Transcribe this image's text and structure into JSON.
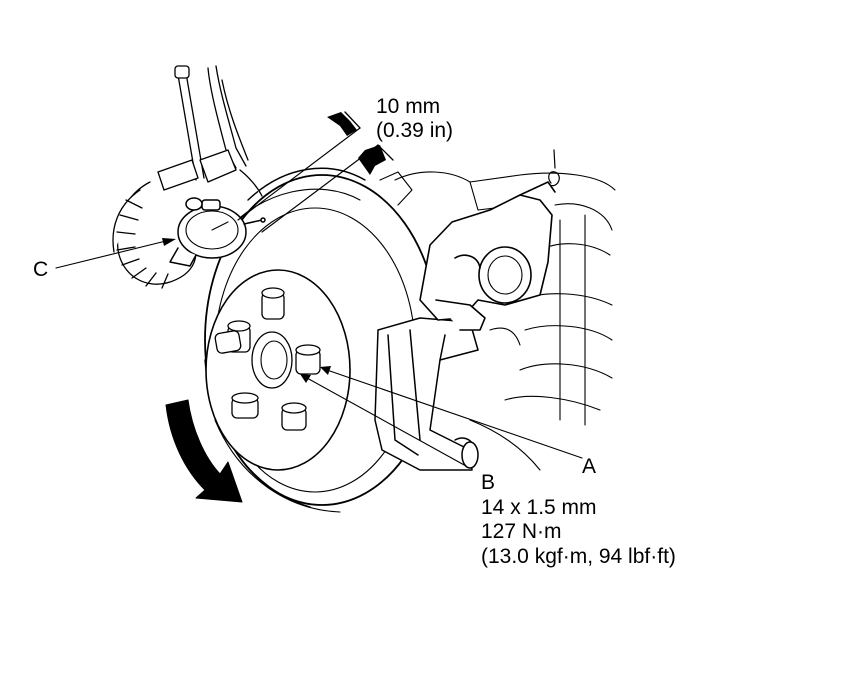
{
  "callouts": {
    "a": "A",
    "b": "B",
    "c": "C"
  },
  "dimension": {
    "metric": "10 mm",
    "imperial": "(0.39 in)"
  },
  "bolt_spec": {
    "size": "14 x 1.5 mm",
    "torque_metric": "127 N·m",
    "torque_other": "(13.0 kgf·m, 94 lbf·ft)"
  },
  "colors": {
    "line": "#000000",
    "background": "#ffffff"
  }
}
